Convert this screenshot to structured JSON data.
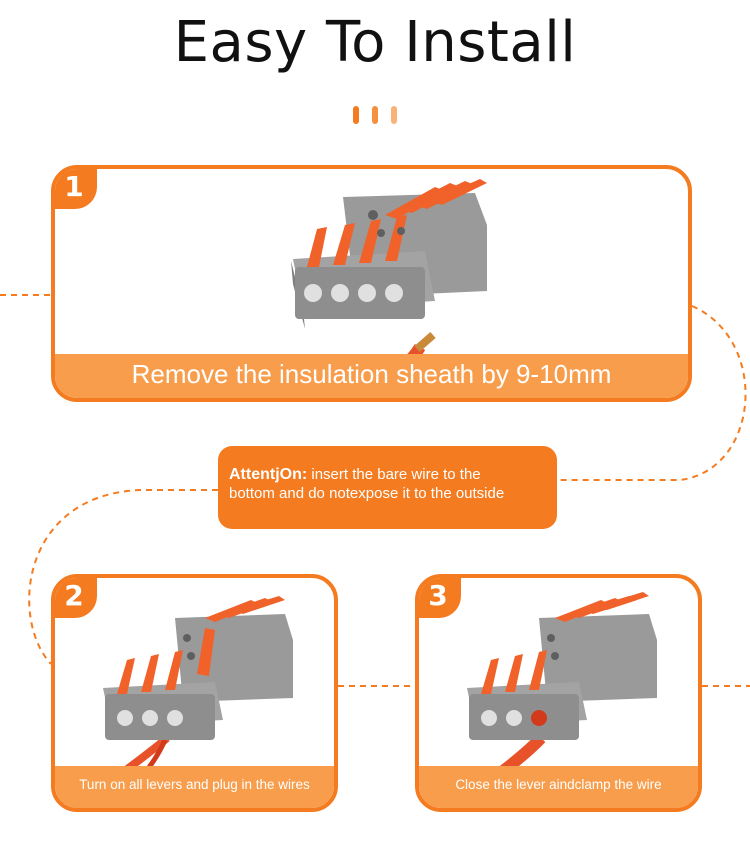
{
  "title": "Easy To Install",
  "colors": {
    "accent": "#f47b20",
    "caption_bg": "#f79d4c",
    "connector_gray": "#8e8e8e",
    "lever_orange": "#f0622a"
  },
  "steps": [
    {
      "number": "1",
      "caption": "Remove the insulation sheath by 9-10mm"
    },
    {
      "number": "2",
      "caption": "Turn on all levers and plug in the wires"
    },
    {
      "number": "3",
      "caption": "Close the lever aindclamp the wire"
    }
  ],
  "attention": {
    "label": "AttentjOn:",
    "line1": "insert the bare wire to the",
    "line2": "bottom and do notexpose it to the outside"
  }
}
